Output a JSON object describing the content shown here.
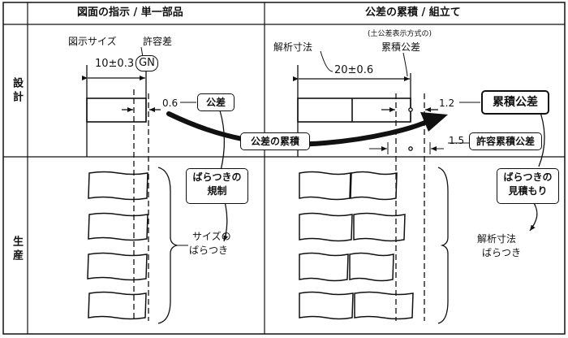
{
  "headers": {
    "left": "図面の指示 / 単一部品",
    "right": "公差の累積 / 組立て"
  },
  "rows": {
    "design": "設計",
    "production": "生産"
  },
  "left_panel": {
    "drawing_size_label": "図示サイズ",
    "tolerance_label": "許容差",
    "dimension_value": "10±0.3",
    "tolerance_class": "GN",
    "tolerance_width": "0.6",
    "tolerance_callout": "公差",
    "regulation_callout_line1": "ばらつきの",
    "regulation_callout_line2": "規制",
    "size_variation_line1": "サイズの",
    "size_variation_line2": "ばらつき"
  },
  "right_panel": {
    "analysis_dim_label": "解析寸法",
    "method_note": "(土公差表示方式の)",
    "cumulative_tolerance_label": "累積公差",
    "dimension_value": "20±0.6",
    "cumulative_width": "1.2",
    "cumulative_callout": "累積公差",
    "allowable_width": "1.5",
    "allowable_callout": "許容累積公差",
    "estimate_callout_line1": "ばらつきの",
    "estimate_callout_line2": "見積もり",
    "analysis_variation_line1": "解析寸法",
    "analysis_variation_line2": "ばらつき"
  },
  "center_arrow_label": "公差の累積"
}
